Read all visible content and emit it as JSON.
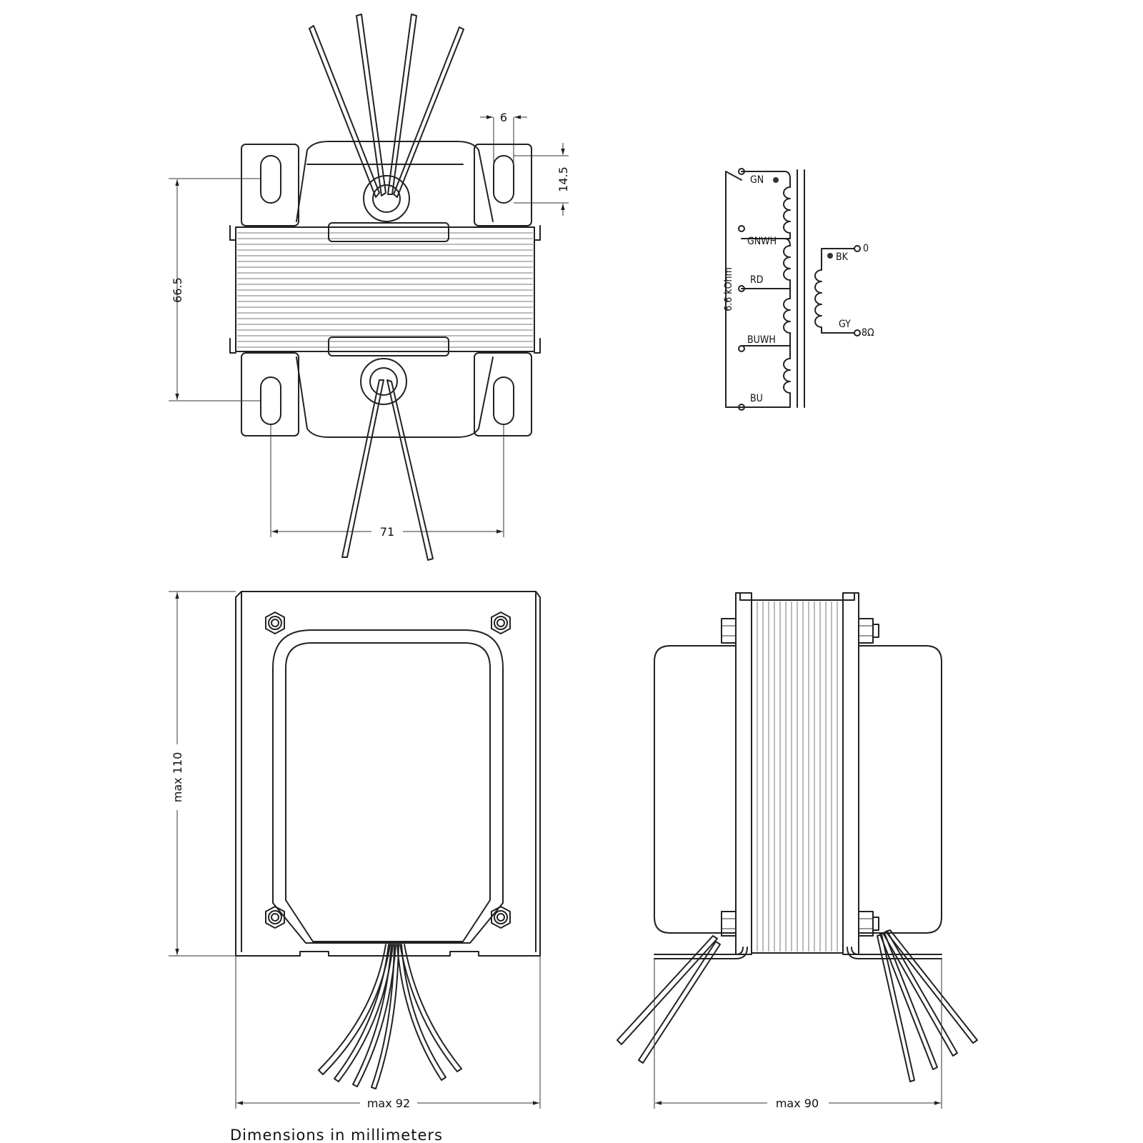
{
  "dimensions": {
    "tab_width": "6",
    "slot_length": "14.5",
    "mount_vertical": "66.5",
    "mount_horizontal": "71",
    "height": "max 110",
    "width_front": "max 92",
    "width_side": "max 90"
  },
  "schematic": {
    "primary_impedance": "6.6 kOhm",
    "primary_taps": [
      "GN",
      "GNWH",
      "RD",
      "BUWH",
      "BU"
    ],
    "secondary_taps": [
      "BK",
      "GY"
    ],
    "secondary_values": [
      "0",
      "8Ω"
    ]
  },
  "caption": "Dimensions in millimeters"
}
